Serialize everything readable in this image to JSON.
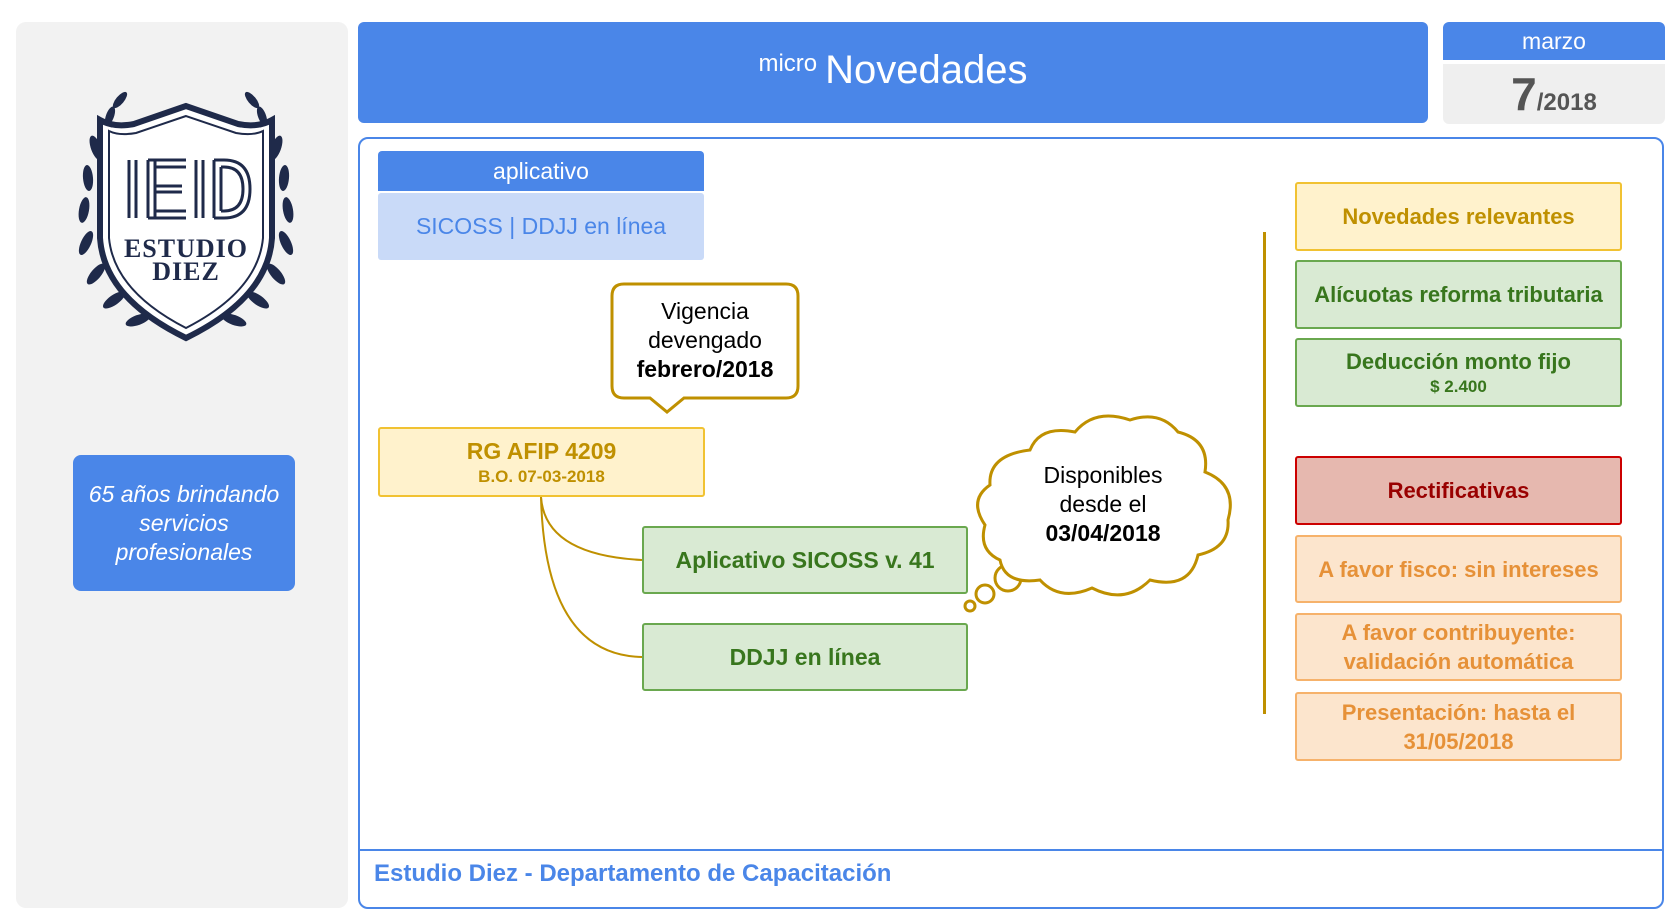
{
  "sidebar": {
    "logo_line1": "ESTUDIO",
    "logo_line2": "DIEZ",
    "years_text": "65 años brindando servicios profesionales"
  },
  "header": {
    "prefix": "micro",
    "title": "Novedades"
  },
  "date": {
    "month": "marzo",
    "day": "7",
    "year": "/2018"
  },
  "aplicativo": {
    "label": "aplicativo",
    "value": "SICOSS | DDJJ en línea"
  },
  "callout": {
    "line1": "Vigencia",
    "line2": "devengado",
    "line3": "febrero/2018"
  },
  "rg": {
    "title": "RG AFIP 4209",
    "subtitle": "B.O. 07-03-2018"
  },
  "apps": [
    "Aplicativo SICOSS v. 41",
    "DDJJ en línea"
  ],
  "cloud": {
    "line1": "Disponibles",
    "line2": "desde el",
    "line3": "03/04/2018"
  },
  "right": {
    "relevantes": "Novedades relevantes",
    "alicuotas": "Alícuotas reforma tributaria",
    "deduccion": "Deducción monto fijo",
    "deduccion_monto": "$ 2.400",
    "rectificativas": "Rectificativas",
    "fisco": "A favor fisco: sin intereses",
    "contribuyente": "A favor contribuyente: validación automática",
    "presentacion": "Presentación: hasta el 31/05/2018"
  },
  "footer": "Estudio Diez - Departamento de Capacitación",
  "colors": {
    "brand_blue": "#4a86e8",
    "logo_navy": "#1f2a4a",
    "gold": "#bf9000"
  }
}
